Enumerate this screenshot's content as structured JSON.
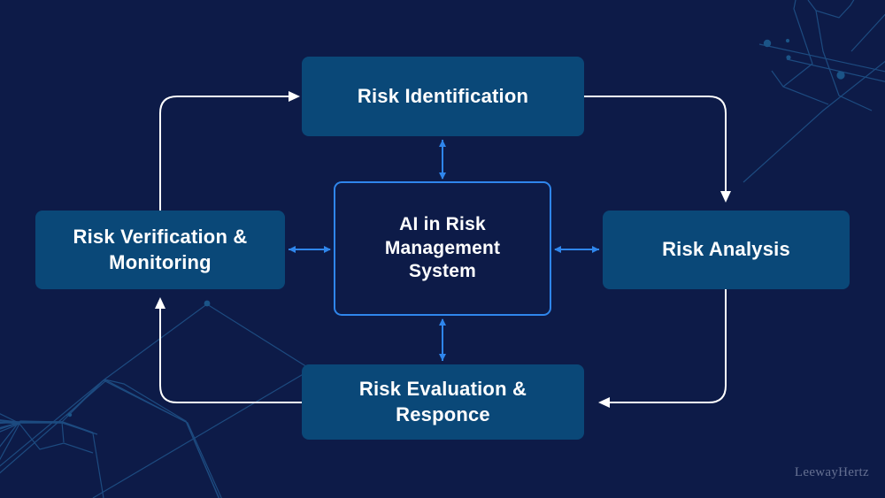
{
  "diagram": {
    "title": "AI in Risk Management System",
    "background_color": "#0d1b48",
    "node_fill_color": "#0a4878",
    "center_border_color": "#2f86ec",
    "connector_color": "#ffffff",
    "spoke_arrow_color": "#2f86ec",
    "decoration_color": "#1b4a7e"
  },
  "center": {
    "name": "center-node",
    "lines": [
      "AI in Risk",
      "Management",
      "System"
    ],
    "text": "AI in Risk Management System"
  },
  "nodes": [
    {
      "id": "risk-identification",
      "label": "Risk Identification",
      "lines": [
        "Risk Identification"
      ],
      "position": "top"
    },
    {
      "id": "risk-analysis",
      "label": "Risk Analysis",
      "lines": [
        "Risk Analysis"
      ],
      "position": "right"
    },
    {
      "id": "risk-evaluation-response",
      "label": "Risk Evaluation & Responce",
      "lines": [
        "Risk Evaluation &",
        "Responce"
      ],
      "position": "bottom"
    },
    {
      "id": "risk-verification-monitoring",
      "label": "Risk Verification & Monitoring",
      "lines": [
        "Risk Verification &",
        "Monitoring"
      ],
      "position": "left"
    }
  ],
  "flow_connectors": [
    {
      "from": "risk-verification-monitoring",
      "to": "risk-identification",
      "direction": "up-then-right"
    },
    {
      "from": "risk-identification",
      "to": "risk-analysis",
      "direction": "right-then-down"
    },
    {
      "from": "risk-analysis",
      "to": "risk-evaluation-response",
      "direction": "down-then-left"
    },
    {
      "from": "risk-evaluation-response",
      "to": "risk-verification-monitoring",
      "direction": "left-then-up"
    }
  ],
  "spokes": [
    {
      "from": "center-node",
      "to": "risk-identification",
      "type": "bidirectional"
    },
    {
      "from": "center-node",
      "to": "risk-analysis",
      "type": "bidirectional"
    },
    {
      "from": "center-node",
      "to": "risk-evaluation-response",
      "type": "bidirectional"
    },
    {
      "from": "center-node",
      "to": "risk-verification-monitoring",
      "type": "bidirectional"
    }
  ],
  "watermark": {
    "text": "LeewayHertz"
  }
}
